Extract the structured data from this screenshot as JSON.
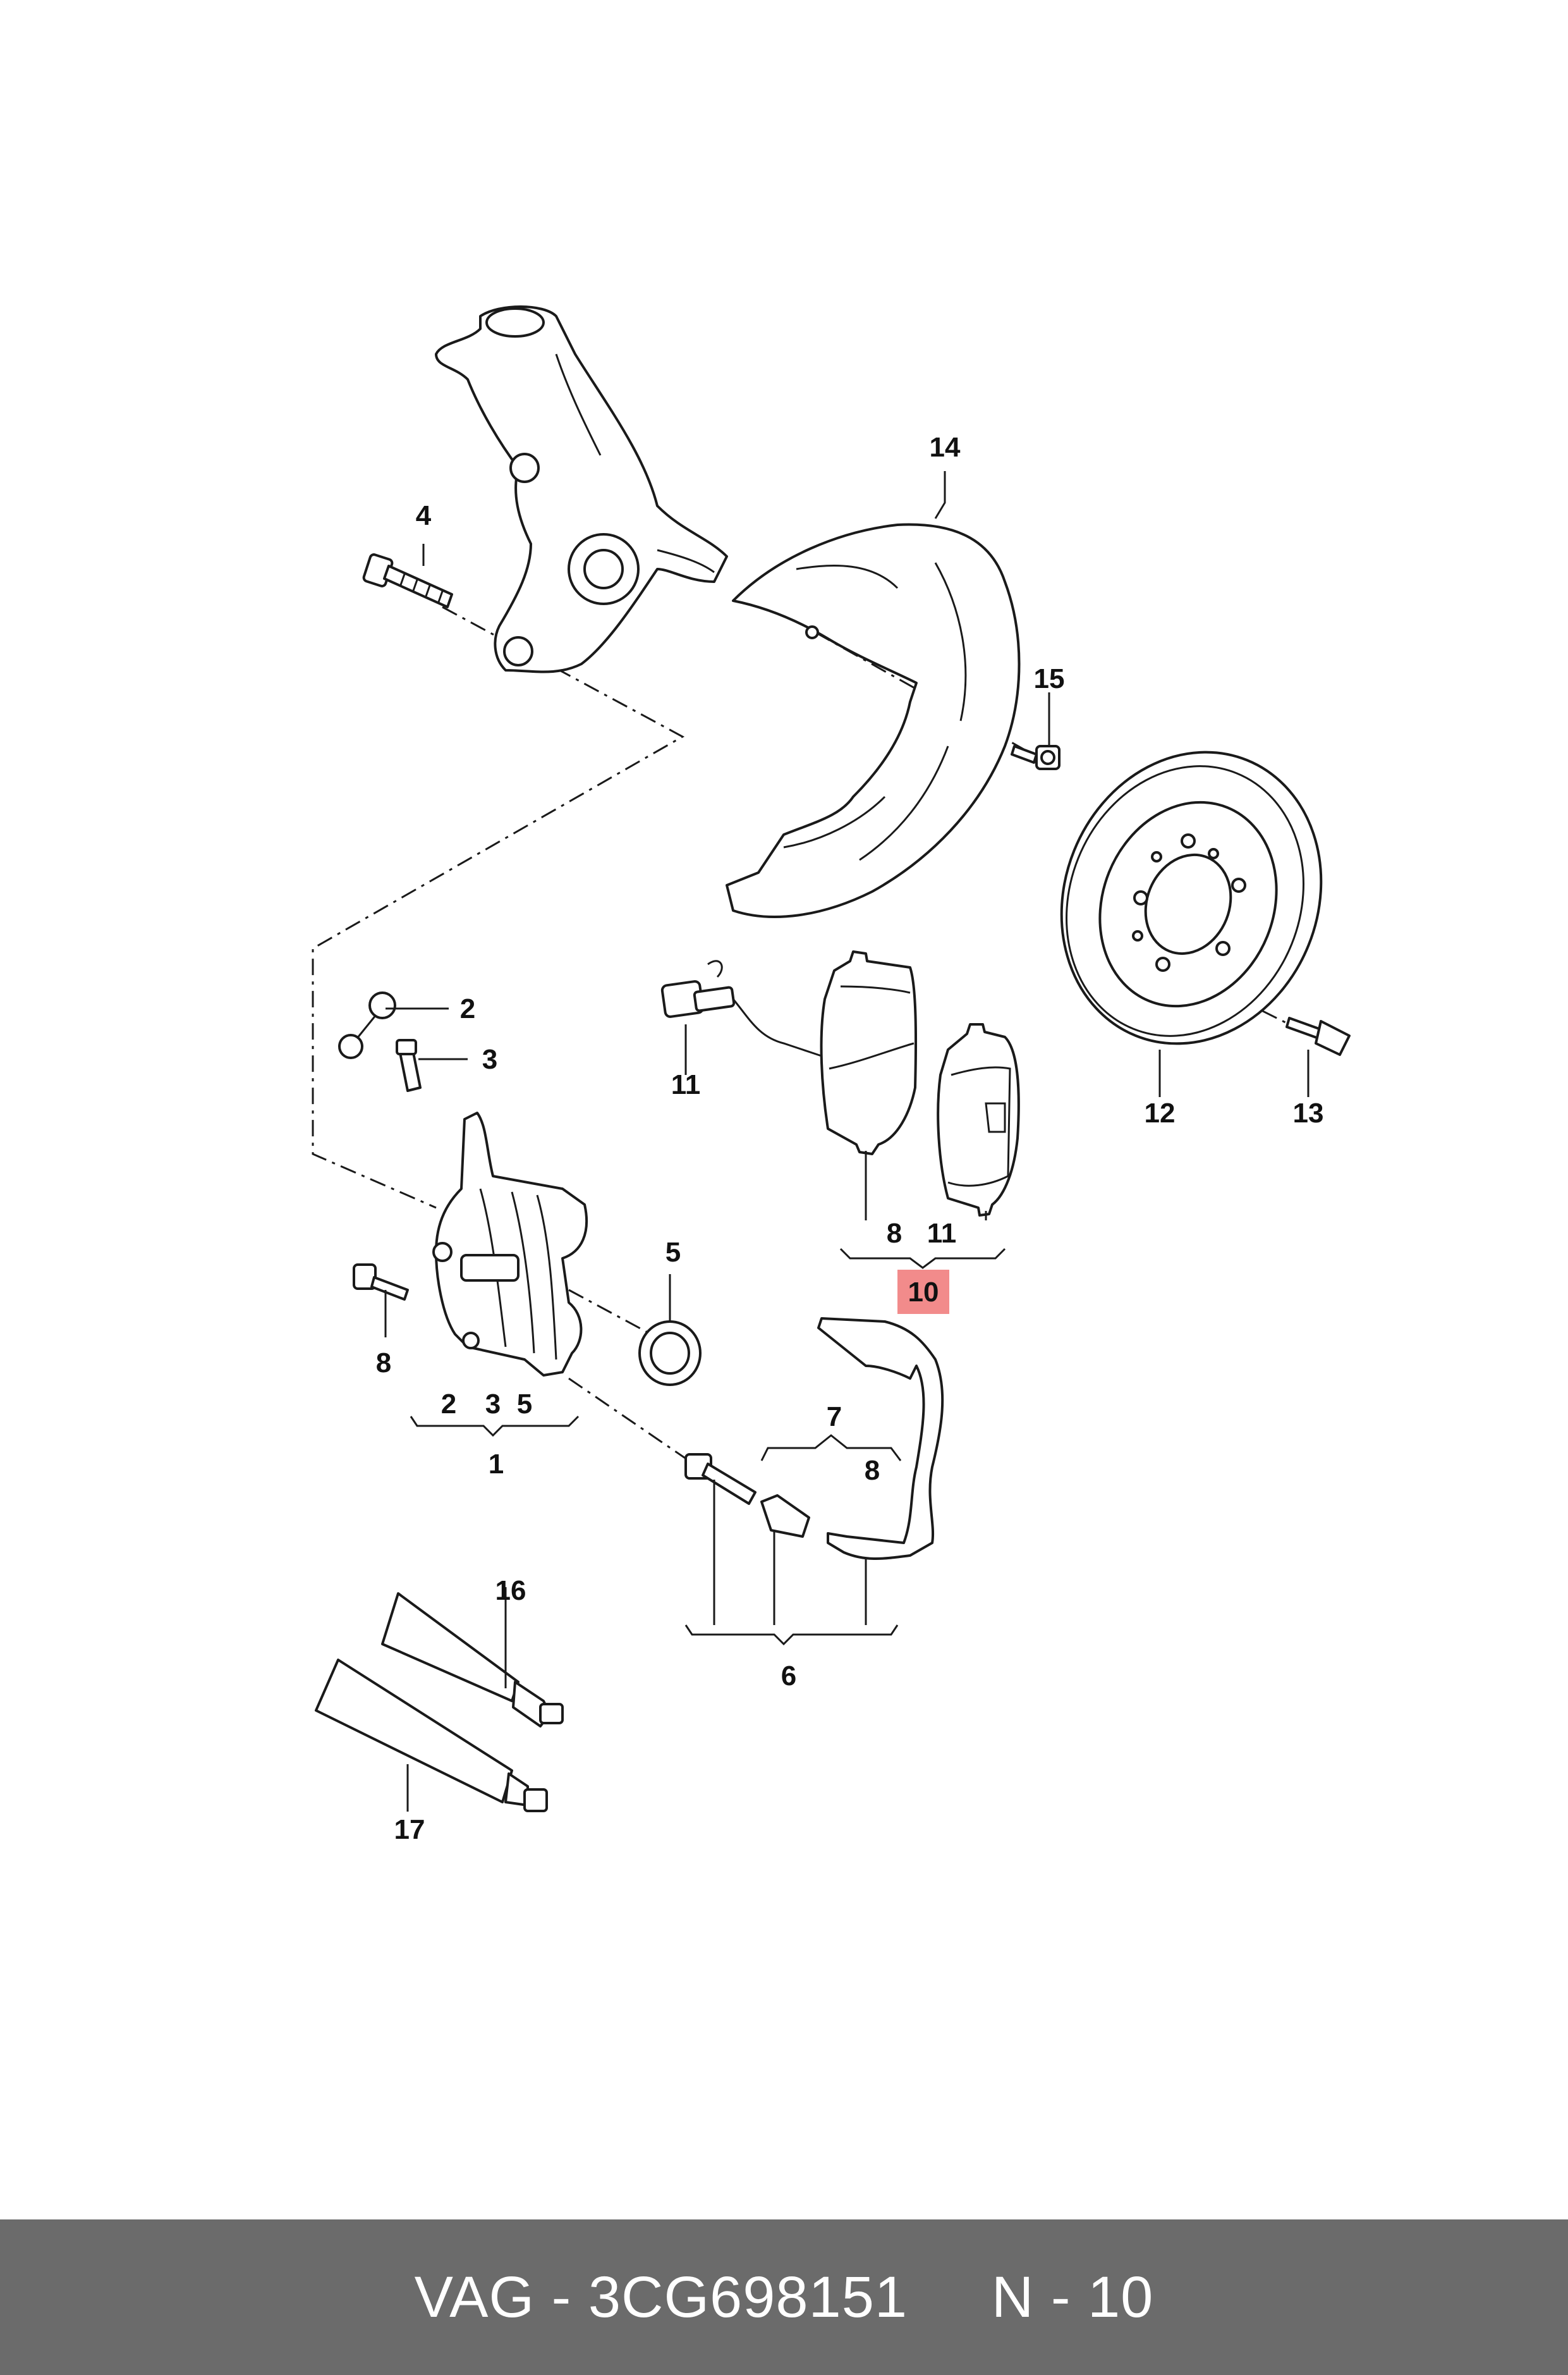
{
  "diagram": {
    "labels": {
      "l1": "1",
      "l2": "2",
      "l2b": "2",
      "l3": "3",
      "l3b": "3",
      "l4": "4",
      "l5": "5",
      "l5b": "5",
      "l6": "6",
      "l7": "7",
      "l8a": "8",
      "l8b": "8",
      "l8c": "8",
      "l10": "10",
      "l11a": "11",
      "l11b": "11",
      "l12": "12",
      "l13": "13",
      "l14": "14",
      "l15": "15",
      "l16": "16",
      "l17": "17"
    },
    "highlight_color": "#f28b8b"
  },
  "footer": {
    "text": "VAG - 3CG698151     N - 10",
    "background": "#6b6b6b"
  }
}
